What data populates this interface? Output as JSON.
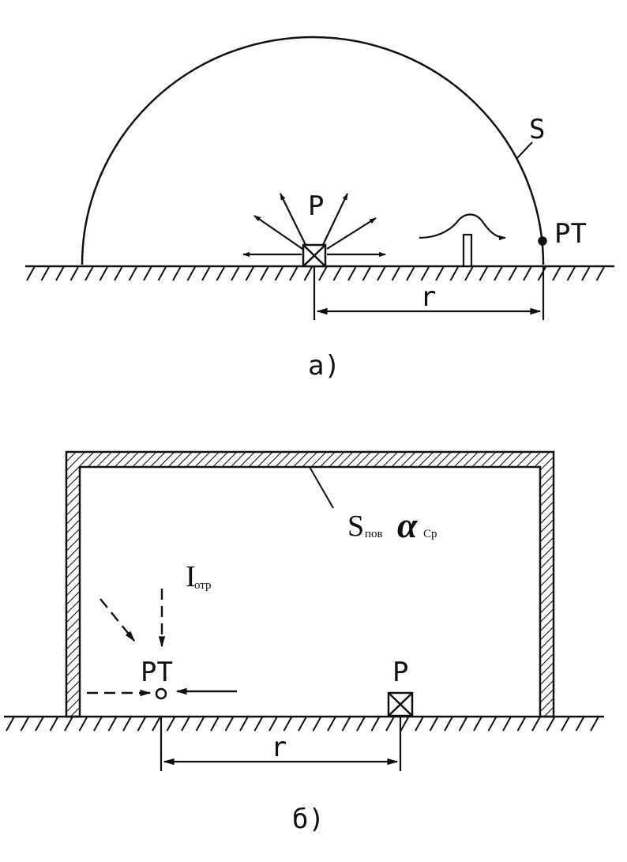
{
  "figure_a": {
    "source_label": "P",
    "surface_label": "S",
    "point_label": "PT",
    "distance_label": "r",
    "caption": "a)"
  },
  "figure_b": {
    "surface_symbol": "S",
    "surface_subscript": "пов",
    "absorption_symbol": "α",
    "absorption_subscript": "Ср",
    "intensity_symbol": "I",
    "intensity_subscript": "отр",
    "point_label": "PT",
    "source_label": "P",
    "distance_label": "r",
    "caption": "б)"
  },
  "colors": {
    "line": "#111111",
    "background": "#ffffff"
  }
}
